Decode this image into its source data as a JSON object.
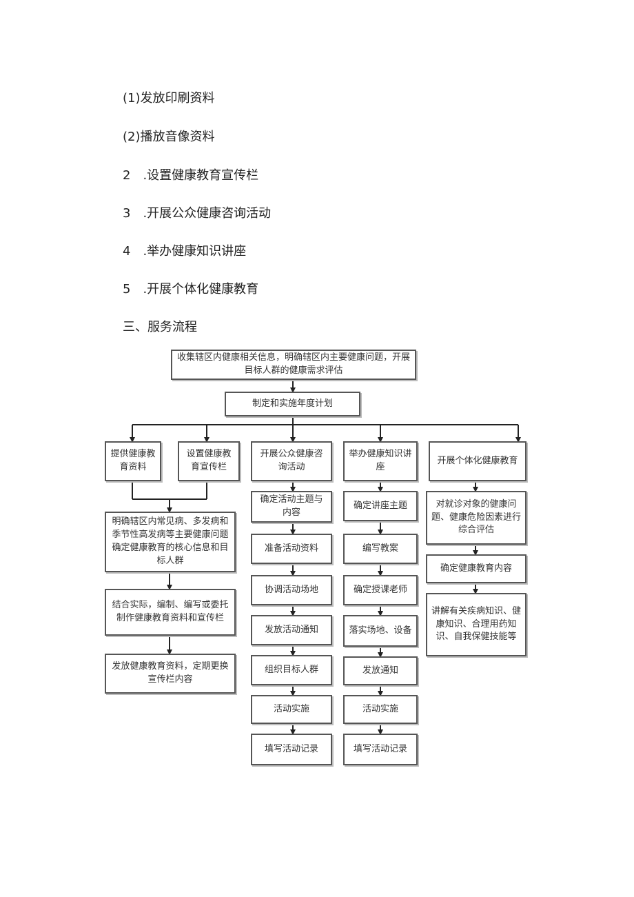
{
  "list": {
    "l1": "(1)发放印刷资料",
    "l2": "(2)播放音像资料",
    "l3": "2　.设置健康教育宣传栏",
    "l4": "3　.开展公众健康咨询活动",
    "l5": "4　.举办健康知识讲座",
    "l6": "5　.开展个体化健康教育",
    "section": "三、服务流程"
  },
  "flow": {
    "top": "收集辖区内健康相关信息，明确辖区内主要健康问题，开展目标人群的健康需求评估",
    "plan": "制定和实施年度计划",
    "b1": "提供健康教育资料",
    "b2": "设置健康教育宣传栏",
    "c1": {
      "s1": "明确辖区内常见病、多发病和季节性高发病等主要健康问题确定健康教育的核心信息和目标人群",
      "s2": "结合实际，编制、编写或委托制作健康教育资料和宣传栏",
      "s3": "发放健康教育资料，定期更换宣传栏内容"
    },
    "c2": {
      "head": "开展公众健康咨询活动",
      "s1": "确定活动主题与内容",
      "s2": "准备活动资料",
      "s3": "协调活动场地",
      "s4": "发放活动通知",
      "s5": "组织目标人群",
      "s6": "活动实施",
      "s7": "填写活动记录"
    },
    "c3": {
      "head": "举办健康知识讲座",
      "s1": "确定讲座主题",
      "s2": "编写教案",
      "s3": "确定授课老师",
      "s4": "落实场地、设备",
      "s5": "发放通知",
      "s6": "活动实施",
      "s7": "填写活动记录"
    },
    "c4": {
      "head": "开展个体化健康教育",
      "s1": "对就诊对象的健康问题、健康危险因素进行综合评估",
      "s2": "确定健康教育内容",
      "s3": "讲解有关疾病知识、健康知识、合理用药知识、自我保健技能等"
    }
  }
}
